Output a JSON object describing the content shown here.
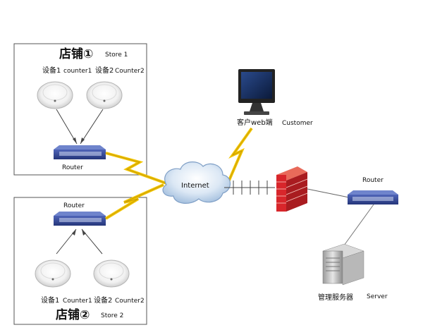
{
  "store1": {
    "title_cn": "店铺①",
    "title_en": "Store 1",
    "device1_cn": "设备1",
    "device1_en": "counter1",
    "device2_cn": "设备2",
    "device2_en": "Counter2",
    "router": "Router"
  },
  "store2": {
    "title_cn": "店铺②",
    "title_en": "Store 2",
    "device1_cn": "设备1",
    "device1_en": "Counter1",
    "device2_cn": "设备2",
    "device2_en": "Counter2",
    "router": "Router"
  },
  "internet": {
    "label": "Internet"
  },
  "customer": {
    "label_cn": "客户web端",
    "label_en": "Customer"
  },
  "server_side": {
    "router": "Router",
    "server_cn": "管理服务器",
    "server_en": "Server"
  },
  "colors": {
    "router_blue": "#2b3f8e",
    "lightning": "#f2c500",
    "firewall_red": "#d8262b",
    "cloud": "#c9dcef",
    "line": "#444444"
  }
}
